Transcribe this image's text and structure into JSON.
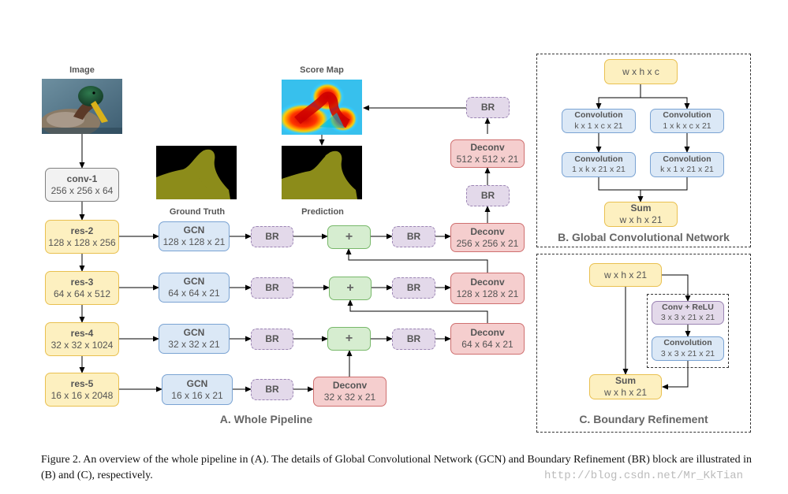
{
  "labels": {
    "image": "Image",
    "score_map": "Score Map",
    "ground_truth": "Ground Truth",
    "prediction": "Prediction"
  },
  "pipeline": {
    "conv1": {
      "name": "conv-1",
      "dims": "256 x 256 x 64"
    },
    "res2": {
      "name": "res-2",
      "dims": "128 x 128 x 256"
    },
    "res3": {
      "name": "res-3",
      "dims": "64 x 64 x 512"
    },
    "res4": {
      "name": "res-4",
      "dims": "32 x 32 x 1024"
    },
    "res5": {
      "name": "res-5",
      "dims": "16 x 16 x 2048"
    },
    "gcn2": {
      "name": "GCN",
      "dims": "128 x 128 x 21"
    },
    "gcn3": {
      "name": "GCN",
      "dims": "64 x 64 x 21"
    },
    "gcn4": {
      "name": "GCN",
      "dims": "32 x 32 x 21"
    },
    "gcn5": {
      "name": "GCN",
      "dims": "16 x 16 x 21"
    },
    "br": "BR",
    "plus": "+",
    "deconv5": {
      "name": "Deconv",
      "dims": "32 x 32 x 21"
    },
    "deconv4": {
      "name": "Deconv",
      "dims": "64 x 64 x 21"
    },
    "deconv3": {
      "name": "Deconv",
      "dims": "128 x 128 x 21"
    },
    "deconv2": {
      "name": "Deconv",
      "dims": "256 x 256 x 21"
    },
    "deconv_top": {
      "name": "Deconv",
      "dims": "512 x 512 x 21"
    }
  },
  "section_titles": {
    "a": "A. Whole Pipeline",
    "b": "B. Global Convolutional Network",
    "c": "C. Boundary Refinement"
  },
  "gcn_block": {
    "input": "w x h x c",
    "conv_l1": {
      "name": "Convolution",
      "dims": "k x 1 x c x 21"
    },
    "conv_r1": {
      "name": "Convolution",
      "dims": "1 x k x c x 21"
    },
    "conv_l2": {
      "name": "Convolution",
      "dims": "1 x k x 21 x 21"
    },
    "conv_r2": {
      "name": "Convolution",
      "dims": "k x 1 x 21 x 21"
    },
    "sum": {
      "name": "Sum",
      "dims": "w x h x 21"
    }
  },
  "br_block": {
    "input": "w x h x 21",
    "conv_relu": {
      "name": "Conv + ReLU",
      "dims": "3 x 3 x 21 x 21"
    },
    "conv": {
      "name": "Convolution",
      "dims": "3 x 3 x 21 x 21"
    },
    "sum": {
      "name": "Sum",
      "dims": "w x h x 21"
    }
  },
  "caption": "Figure 2.  An overview of the whole pipeline in (A). The details of Global Convolutional Network (GCN) and Boundary Refinement (BR) block are illustrated in (B) and (C), respectively.",
  "watermark": "http://blog.csdn.net/Mr_KkTian"
}
